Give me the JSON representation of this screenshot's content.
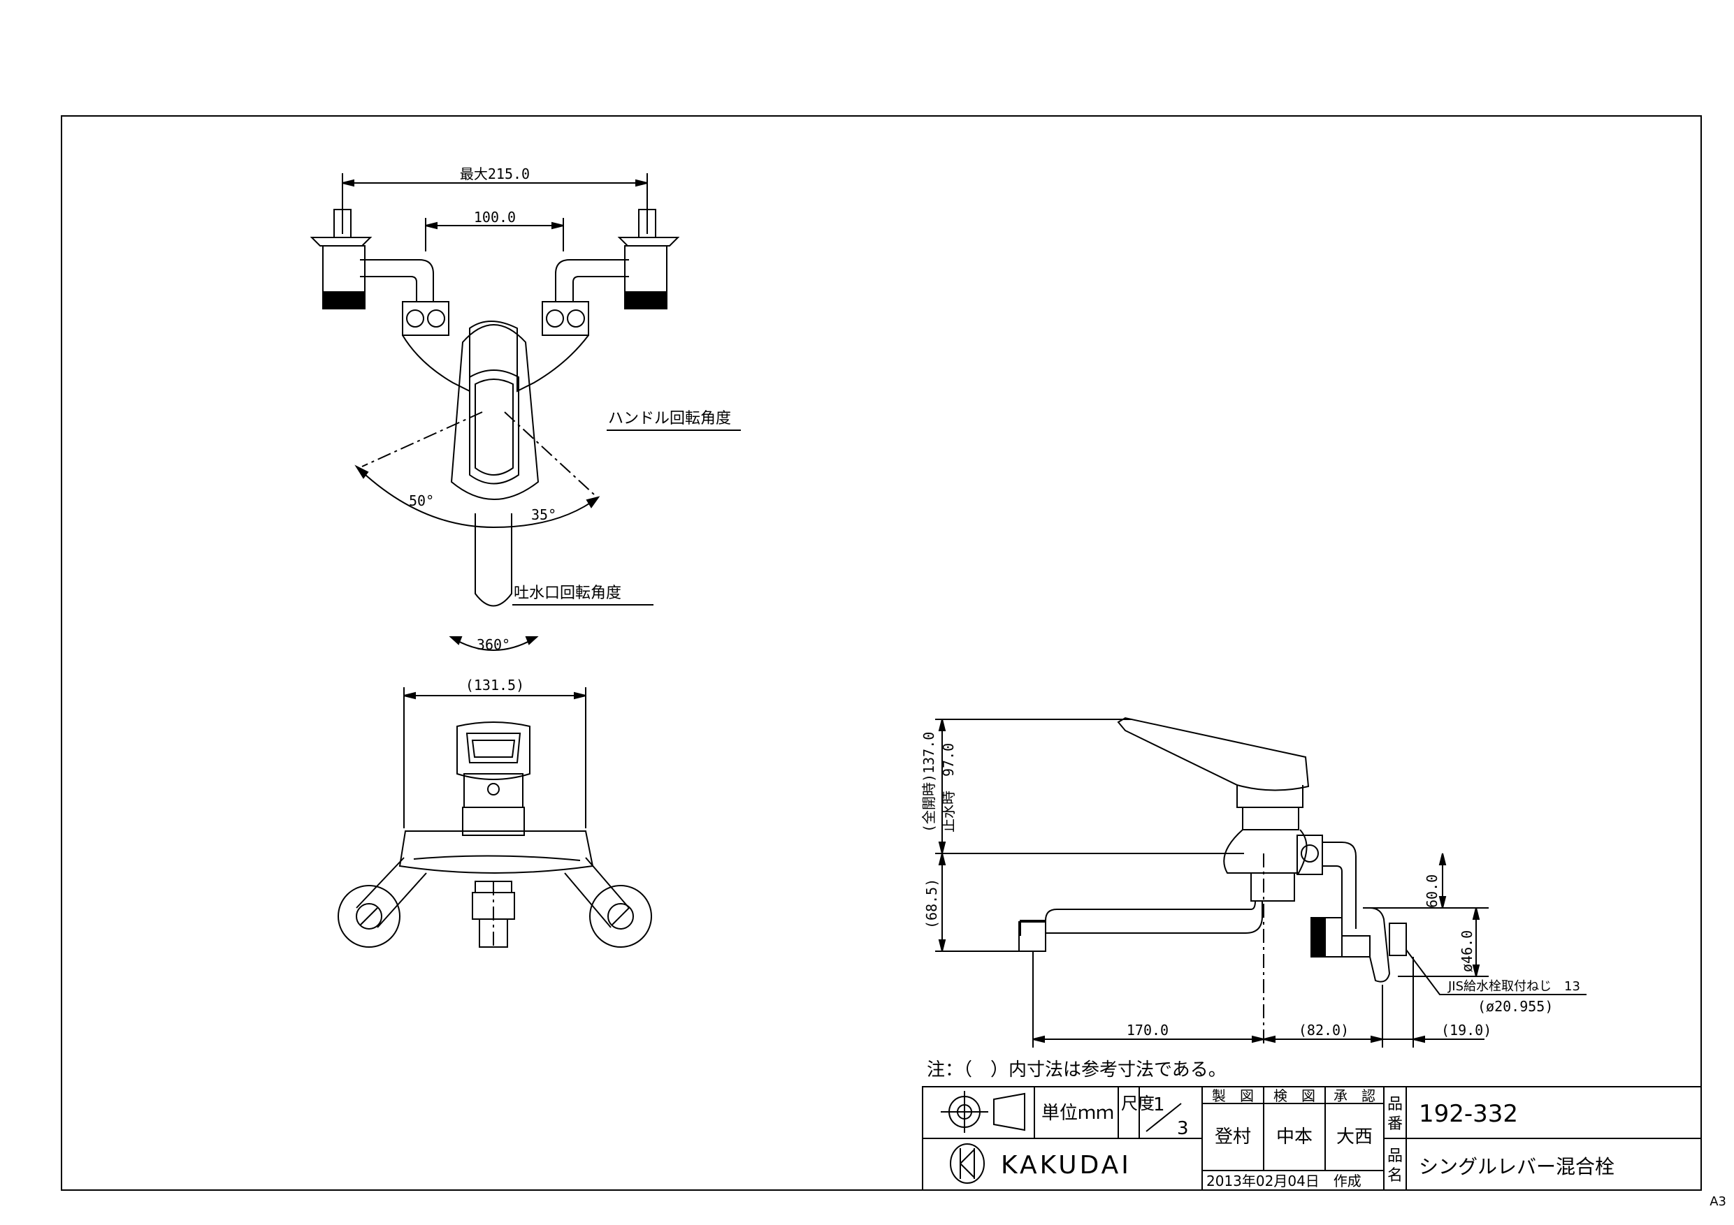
{
  "top_view": {
    "dim_max_width": "最大215.0",
    "dim_center": "100.0",
    "label_handle_rotation": "ハンドル回転角度",
    "angle_left": "50°",
    "angle_right": "35°",
    "label_spout_rotation": "吐水口回転角度",
    "angle_spout": "360°"
  },
  "front_view": {
    "dim_width": "(131.5)"
  },
  "side_view": {
    "dim_height_open": "(全開時)137.0",
    "dim_height_stop": "止水時　97.0",
    "dim_lower": "(68.5)",
    "dim_60": "60.0",
    "dim_dia46": "ø46.0",
    "dim_170": "170.0",
    "dim_82": "(82.0)",
    "dim_19": "(19.0)",
    "thread_note": "JIS給水栓取付ねじ　13",
    "thread_dia": "(ø20.955)"
  },
  "note": "注：（　）内寸法は参考寸法である。",
  "title_block": {
    "unit_label": "単位ｍｍ",
    "scale_label": "尺度",
    "scale_num": "1",
    "scale_den": "3",
    "made_header": "製　図",
    "check_header": "検　図",
    "approve_header": "承　認",
    "made_name": "登村",
    "check_name": "中本",
    "approve_name": "大西",
    "date": "2013年02月04日　作成",
    "part_no_label_1": "品",
    "part_no_label_2": "番",
    "part_no": "192-332",
    "name_label_1": "品",
    "name_label_2": "名",
    "product_name": "シングルレバー混合栓",
    "brand": "KAKUDAI"
  },
  "sheet_size": "A3"
}
